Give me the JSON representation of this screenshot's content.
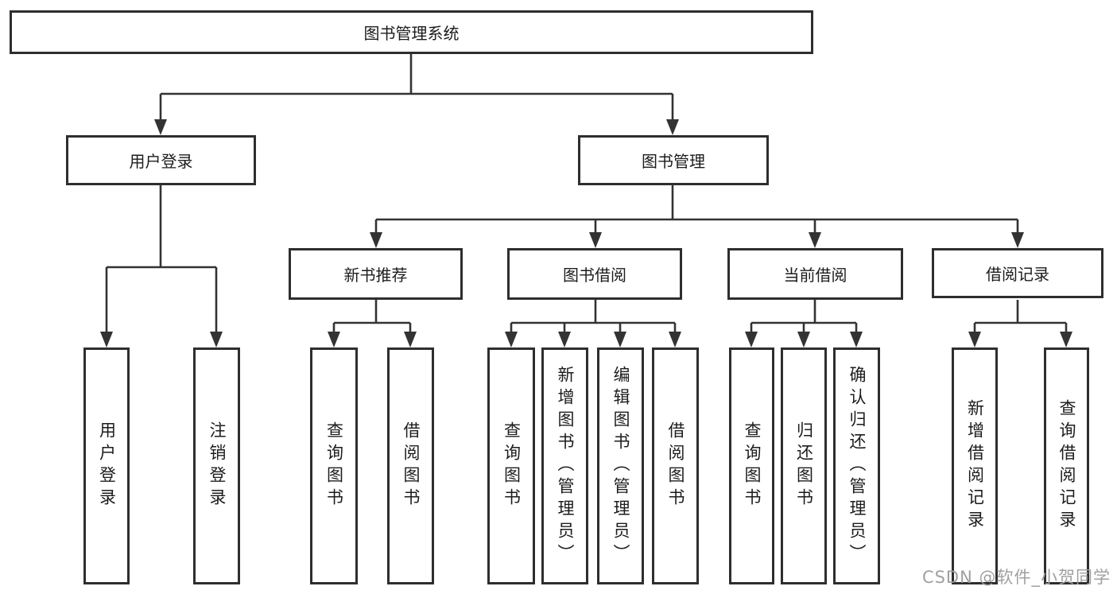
{
  "diagram": {
    "root_label": "图书管理系统",
    "nodes": {
      "user_login": "用户登录",
      "book_mgmt": "图书管理",
      "new_books": "新书推荐",
      "book_borrow": "图书借阅",
      "current_borrow": "当前借阅",
      "borrow_records": "借阅记录"
    },
    "leaves": {
      "user_login": [
        "用户登录",
        "注销登录"
      ],
      "new_books": [
        "查询图书",
        "借阅图书"
      ],
      "book_borrow": [
        "查询图书",
        "新增图书（管理员）",
        "编辑图书（管理员）",
        "借阅图书"
      ],
      "current_borrow": [
        "查询图书",
        "归还图书",
        "确认归还（管理员）"
      ],
      "borrow_records": [
        "新增借阅记录",
        "查询借阅记录"
      ]
    },
    "colors": {
      "line": "#333333",
      "box_border": "#2e2e2e",
      "text": "#1c1c1c",
      "watermark": "#a0a0a0"
    },
    "watermark": "CSDN @软件_小贺同学"
  }
}
